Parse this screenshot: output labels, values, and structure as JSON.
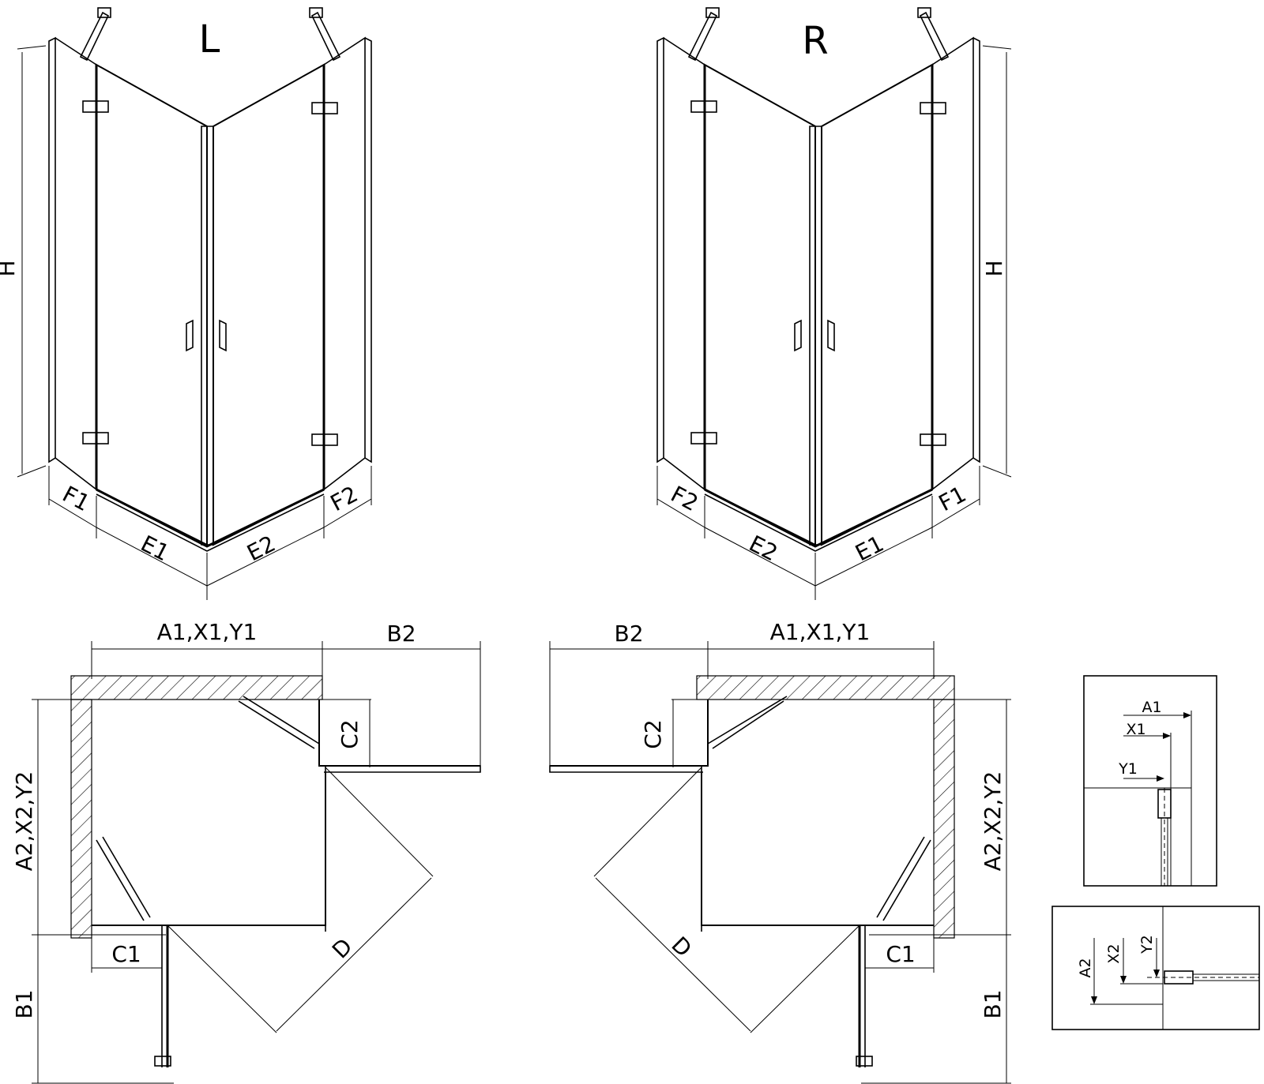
{
  "views": {
    "left": {
      "title": "L",
      "labels": {
        "h": "H",
        "f1": "F1",
        "e1": "E1",
        "e2": "E2",
        "f2": "F2"
      }
    },
    "right": {
      "title": "R",
      "labels": {
        "h": "H",
        "f2": "F2",
        "e2": "E2",
        "e1": "E1",
        "f1": "F1"
      }
    }
  },
  "plans": {
    "left": {
      "top": "A1,X1,Y1",
      "side": "A2,X2,Y2",
      "b2": "B2",
      "c2": "C2",
      "c1": "C1",
      "b1": "B1",
      "d": "D"
    },
    "right": {
      "top": "A1,X1,Y1",
      "side": "A2,X2,Y2",
      "b2": "B2",
      "c2": "C2",
      "c1": "C1",
      "b1": "B1",
      "d": "D"
    }
  },
  "details": {
    "top": {
      "a1": "A1",
      "x1": "X1",
      "y1": "Y1"
    },
    "bottom": {
      "a2": "A2",
      "x2": "X2",
      "y2": "Y2"
    }
  }
}
